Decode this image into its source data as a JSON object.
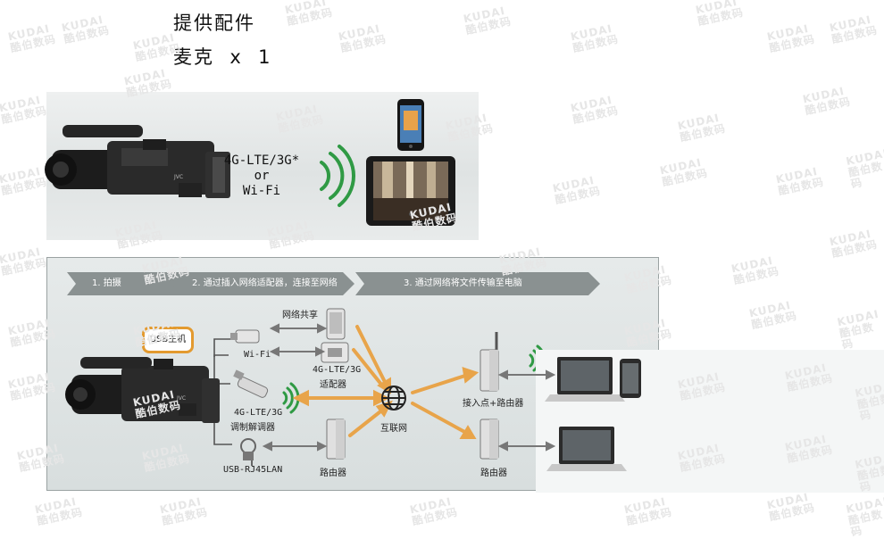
{
  "accessories": {
    "title": "提供配件",
    "item": "麦克  x  1"
  },
  "panel1": {
    "line1": "4G-LTE/3G*",
    "line2": "or",
    "line3": "Wi-Fi"
  },
  "steps": [
    {
      "label": "1. 拍摄"
    },
    {
      "label": "2. 通过插入网络适配器，连接至网络"
    },
    {
      "label": "3. 通过网络将文件传输至电脑"
    }
  ],
  "labels": {
    "usb_host": "USB主机",
    "network_sharing": "网络共享",
    "wifi": "Wi-Fi",
    "adapter_line1": "4G-LTE/3G",
    "adapter_line2": "适配器",
    "modem_line1": "4G-LTE/3G",
    "modem_line2": "调制解调器",
    "usb_lan": "USB-RJ45LAN",
    "router_left": "路由器",
    "internet": "互联网",
    "access_point": "接入点+路由器",
    "router_right": "路由器"
  },
  "colors": {
    "arrow": "#e8a44a",
    "wifi": "#2f9a44",
    "usb_frame": "#e39a2f",
    "step_bg": "#8a9191"
  },
  "watermark": {
    "line1": "KUDAI",
    "line2": "酷伯数码"
  }
}
